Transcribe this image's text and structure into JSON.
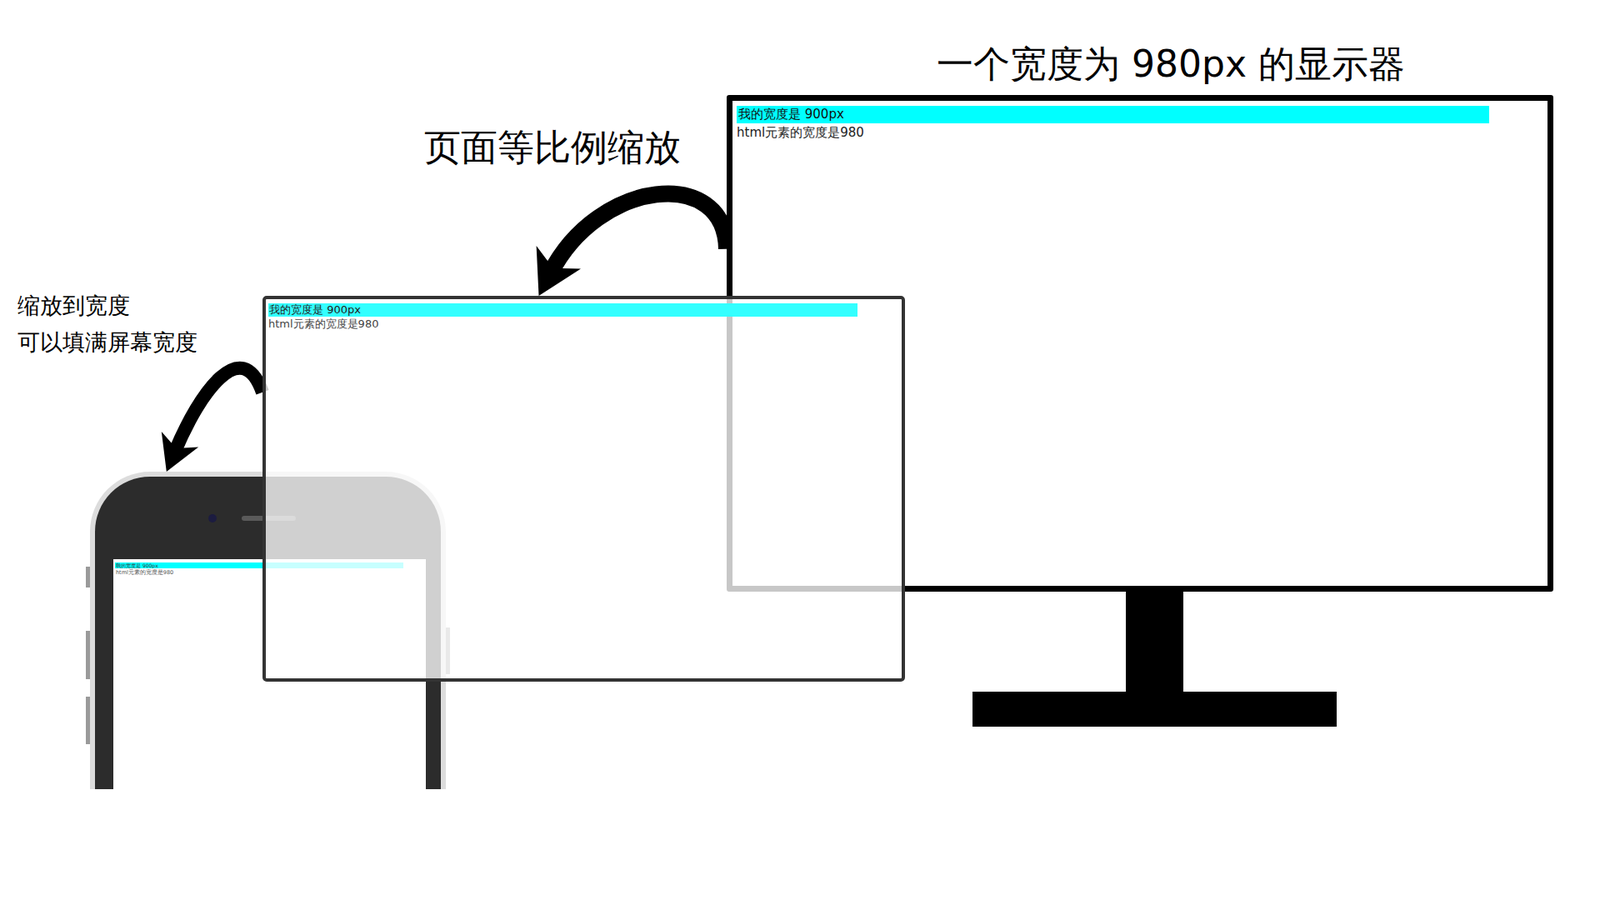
{
  "diagram": {
    "nodes": [
      {
        "text": [
          "一个宽度为 980px 的显示器",
          "html元素的宽度是980"
        ]
      },
      {
        "text": [
          "我的宽度是 900px"
        ],
        "in": 0
      },
      {
        "text": [
          "html元素的宽度是980"
        ]
      },
      {
        "text": [
          "我的宽度是 900px"
        ],
        "in": 2
      },
      {
        "text": [
          "html元素的宽度是980"
        ]
      },
      {
        "text": [
          "我的宽度是 900px"
        ],
        "in": 4
      }
    ],
    "edges": [
      {
        "from": 0,
        "to": 2,
        "arrow": "to",
        "label": "页面等比例缩放"
      },
      {
        "from": 2,
        "to": 4,
        "arrow": "to",
        "label": "缩放到宽度 可以填满屏幕宽度"
      }
    ]
  }
}
